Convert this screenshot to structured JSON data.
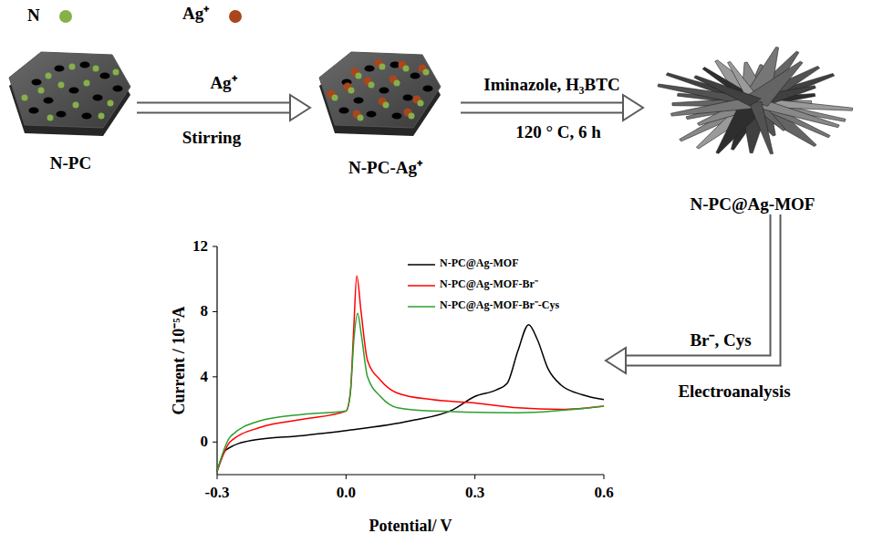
{
  "diagram": {
    "nodes": [
      {
        "text": [
          "N-PC"
        ]
      },
      {
        "text": [
          "N-PC-Ag⁺"
        ]
      },
      {
        "text": [
          "N-PC@Ag-MOF"
        ]
      },
      {
        "text": [
          "Current / 10⁻⁵A",
          "Potential/ V"
        ]
      }
    ],
    "edges": [
      {
        "from": 0,
        "to": 1,
        "arrow": "to",
        "label": "Ag⁺"
      },
      {
        "from": 1,
        "to": 2,
        "arrow": "to",
        "label": "Iminazole, H₃BTC"
      },
      {
        "from": 2,
        "to": 3,
        "arrow": "to",
        "label": "Br⁻, Cys"
      }
    ],
    "labels": [
      "Stirring",
      "120 ° C, 6 h",
      "Electroanalysis",
      "12",
      "8",
      "4",
      "0",
      "-0.3",
      "0.0",
      "0.3",
      "0.6"
    ],
    "legend": [
      {
        "text": "N",
        "color": "#86b04a"
      },
      {
        "text": "Ag⁺",
        "color": "#a8461c"
      },
      {
        "text": "N-PC@Ag-MOF"
      },
      {
        "text": "N-PC@Ag-MOF-Br⁻"
      },
      {
        "text": "N-PC@Ag-MOF-Br⁻-Cys"
      }
    ]
  }
}
